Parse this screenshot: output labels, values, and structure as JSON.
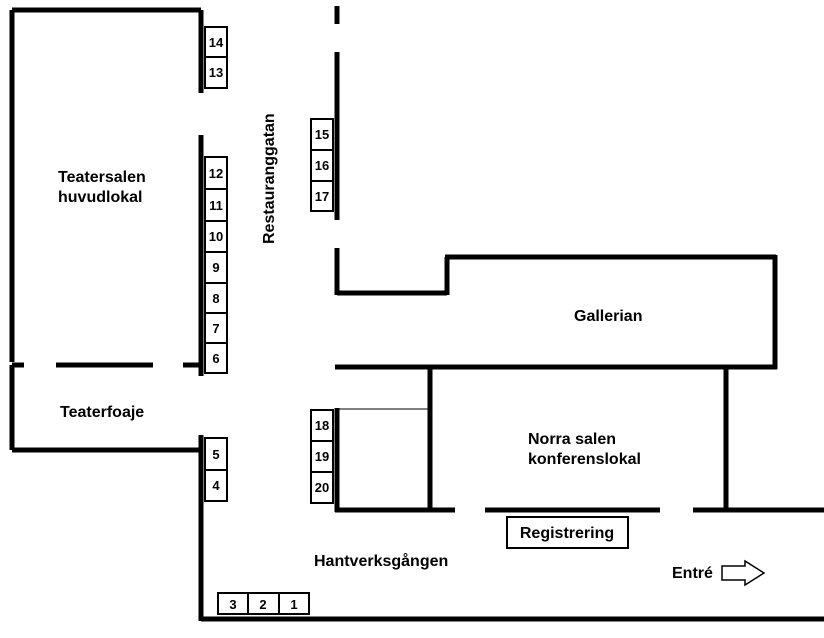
{
  "rooms": {
    "teatersalen_line1": "Teatersalen",
    "teatersalen_line2": "huvudlokal",
    "teaterfoaje": "Teaterfoaje",
    "restauranggatan": "Restauranggatan",
    "gallerian": "Gallerian",
    "norra_salen_line1": "Norra salen",
    "norra_salen_line2": "konferenslokal",
    "hantverksgangen": "Hantverksgången",
    "registrering": "Registrering",
    "entre": "Entré"
  },
  "booths": [
    "14",
    "13",
    "12",
    "11",
    "10",
    "9",
    "8",
    "7",
    "6",
    "5",
    "4",
    "15",
    "16",
    "17",
    "18",
    "19",
    "20",
    "3",
    "2",
    "1"
  ],
  "colors": {
    "wall": "#000000",
    "background": "#ffffff"
  }
}
